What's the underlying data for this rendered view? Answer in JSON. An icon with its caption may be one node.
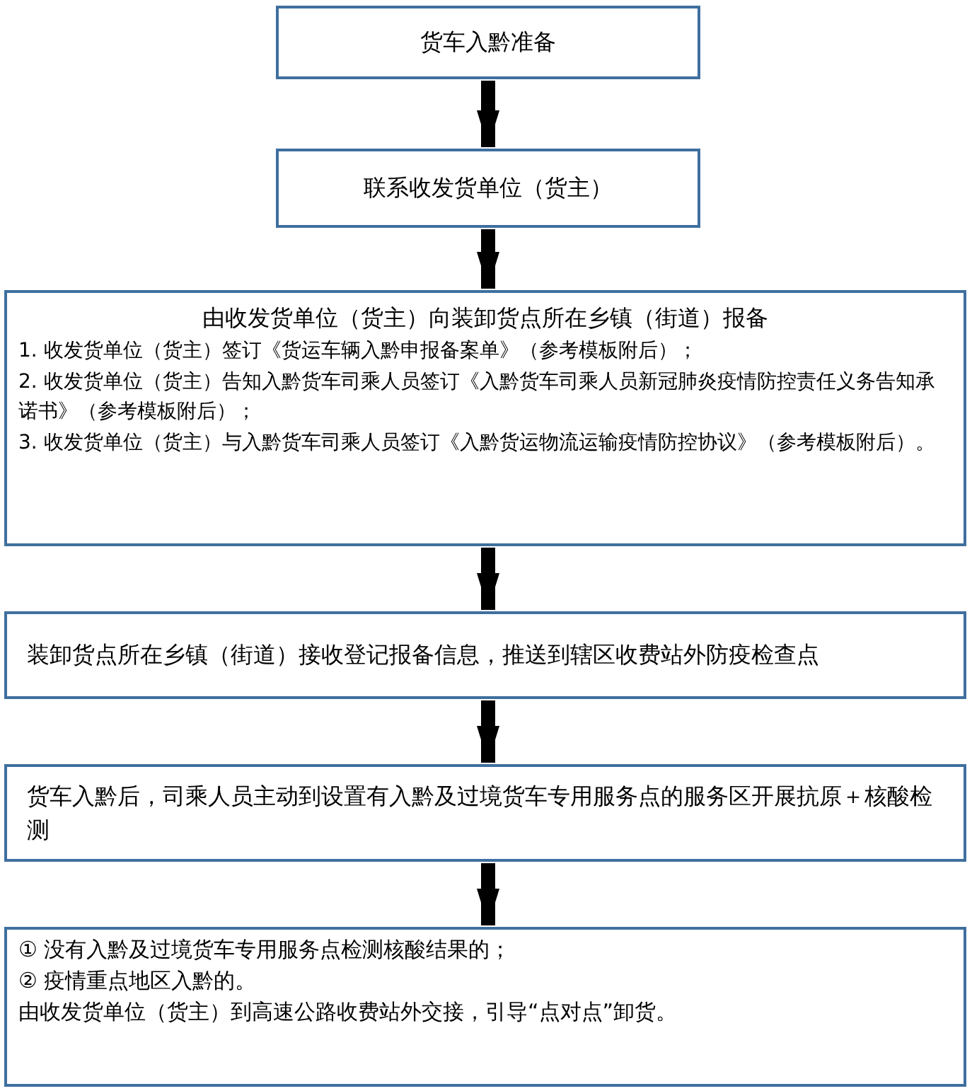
{
  "diagram": {
    "nodes": [
      {
        "text": [
          "货车入黔准备"
        ]
      },
      {
        "text": [
          "联系收发货单位（货主）"
        ]
      },
      {
        "text": [
          "由收发货单位（货主）向装卸货点所在乡镇（街道）报备",
          "1. 收发货单位（货主）签订《货运车辆入黔申报备案单》（参考模板附后）；",
          "2. 收发货单位（货主）告知入黔货车司乘人员签订《入黔货车司乘人员新冠肺炎疫情防控责任义务告知承诺书》（参考模板附后）；",
          "3. 收发货单位（货主）与入黔货车司乘人员签订《入黔货运物流运输疫情防控协议》（参考模板附后）。"
        ]
      },
      {
        "text": [
          "装卸货点所在乡镇（街道）接收登记报备信息，推送到辖区收费站外防疫检查点"
        ]
      },
      {
        "text": [
          "货车入黔后，司乘人员主动到设置有入黔及过境货车专用服务点的服务区开展抗原＋核酸检测"
        ]
      },
      {
        "text": [
          "① 没有入黔及过境货车专用服务点检测核酸结果的；",
          "② 疫情重点地区入黔的。",
          "由收发货单位（货主）到高速公路收费站外交接，引导“点对点”卸货。"
        ]
      }
    ],
    "edges": [
      {
        "from": 0,
        "to": 1,
        "arrow": "to"
      },
      {
        "from": 1,
        "to": 2,
        "arrow": "to"
      },
      {
        "from": 2,
        "to": 3,
        "arrow": "to"
      },
      {
        "from": 3,
        "to": 4,
        "arrow": "to"
      },
      {
        "from": 4,
        "to": 5,
        "arrow": "to"
      }
    ]
  }
}
